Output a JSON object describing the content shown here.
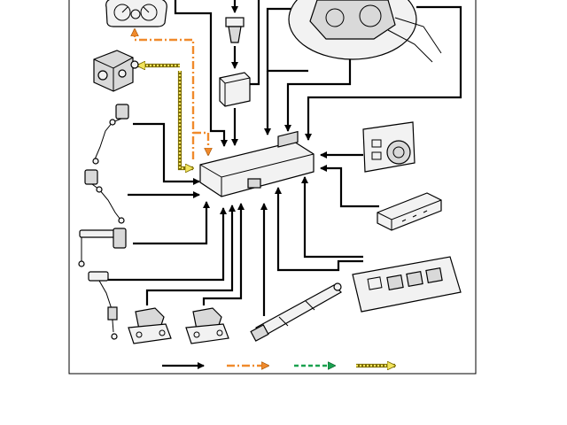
{
  "colors": {
    "hardwired": "#000000",
    "high_speed_can": "#f08a2c",
    "medium_speed_can": "#1aa14f",
    "lin_bus": "#f2e45c"
  },
  "legend": {
    "items": [
      {
        "key": "hardwired",
        "color": "#000000",
        "style": "solid"
      },
      {
        "key": "high_speed_can",
        "color": "#f08a2c",
        "style": "dash-dot"
      },
      {
        "key": "medium_speed_can",
        "color": "#1aa14f",
        "style": "dashed"
      },
      {
        "key": "lin_bus",
        "color": "#f2e45c",
        "style": "dotted-double"
      }
    ]
  },
  "icons": {
    "instrument_cluster": "instrument-cluster-icon",
    "abs_module": "abs-module-icon",
    "front_height_sensor_left": "height-sensor-icon",
    "front_height_sensor_right": "height-sensor-icon",
    "rear_height_sensor_left": "height-sensor-icon",
    "rear_height_sensor_right": "height-sensor-icon",
    "headlamp_leveling_motor_left": "leveling-motor-icon",
    "headlamp_leveling_motor_right": "leveling-motor-icon",
    "fuse": "fuse-icon",
    "relay": "relay-icon",
    "headlamp_assembly": "headlamp-icon",
    "control_module": "control-module-icon",
    "headlamp_switch": "headlamp-switch-icon",
    "central_junction_box": "junction-box-icon",
    "window_switch_pack": "switch-pack-icon",
    "steering_column_actuator": "actuator-icon"
  }
}
